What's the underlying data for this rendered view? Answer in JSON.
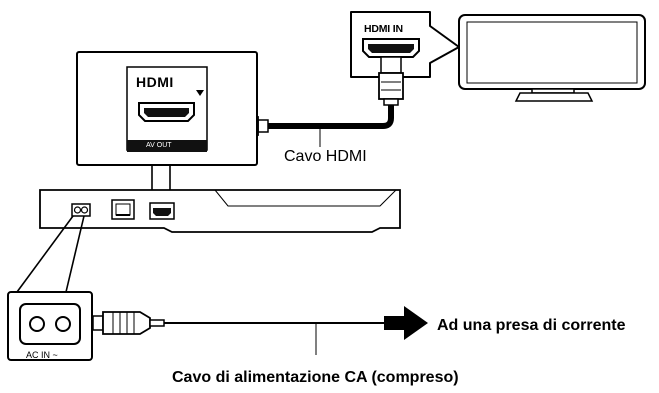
{
  "tv": {
    "port_label": "HDMI IN"
  },
  "player": {
    "hdmi_logo": "HDMI",
    "av_out_label": "AV OUT"
  },
  "cables": {
    "hdmi_label": "Cavo HDMI",
    "power_label": "Cavo di alimentazione CA (compreso)"
  },
  "outlet": {
    "label": "Ad una presa di corrente"
  },
  "ac_inlet": {
    "label": "AC IN ~"
  }
}
